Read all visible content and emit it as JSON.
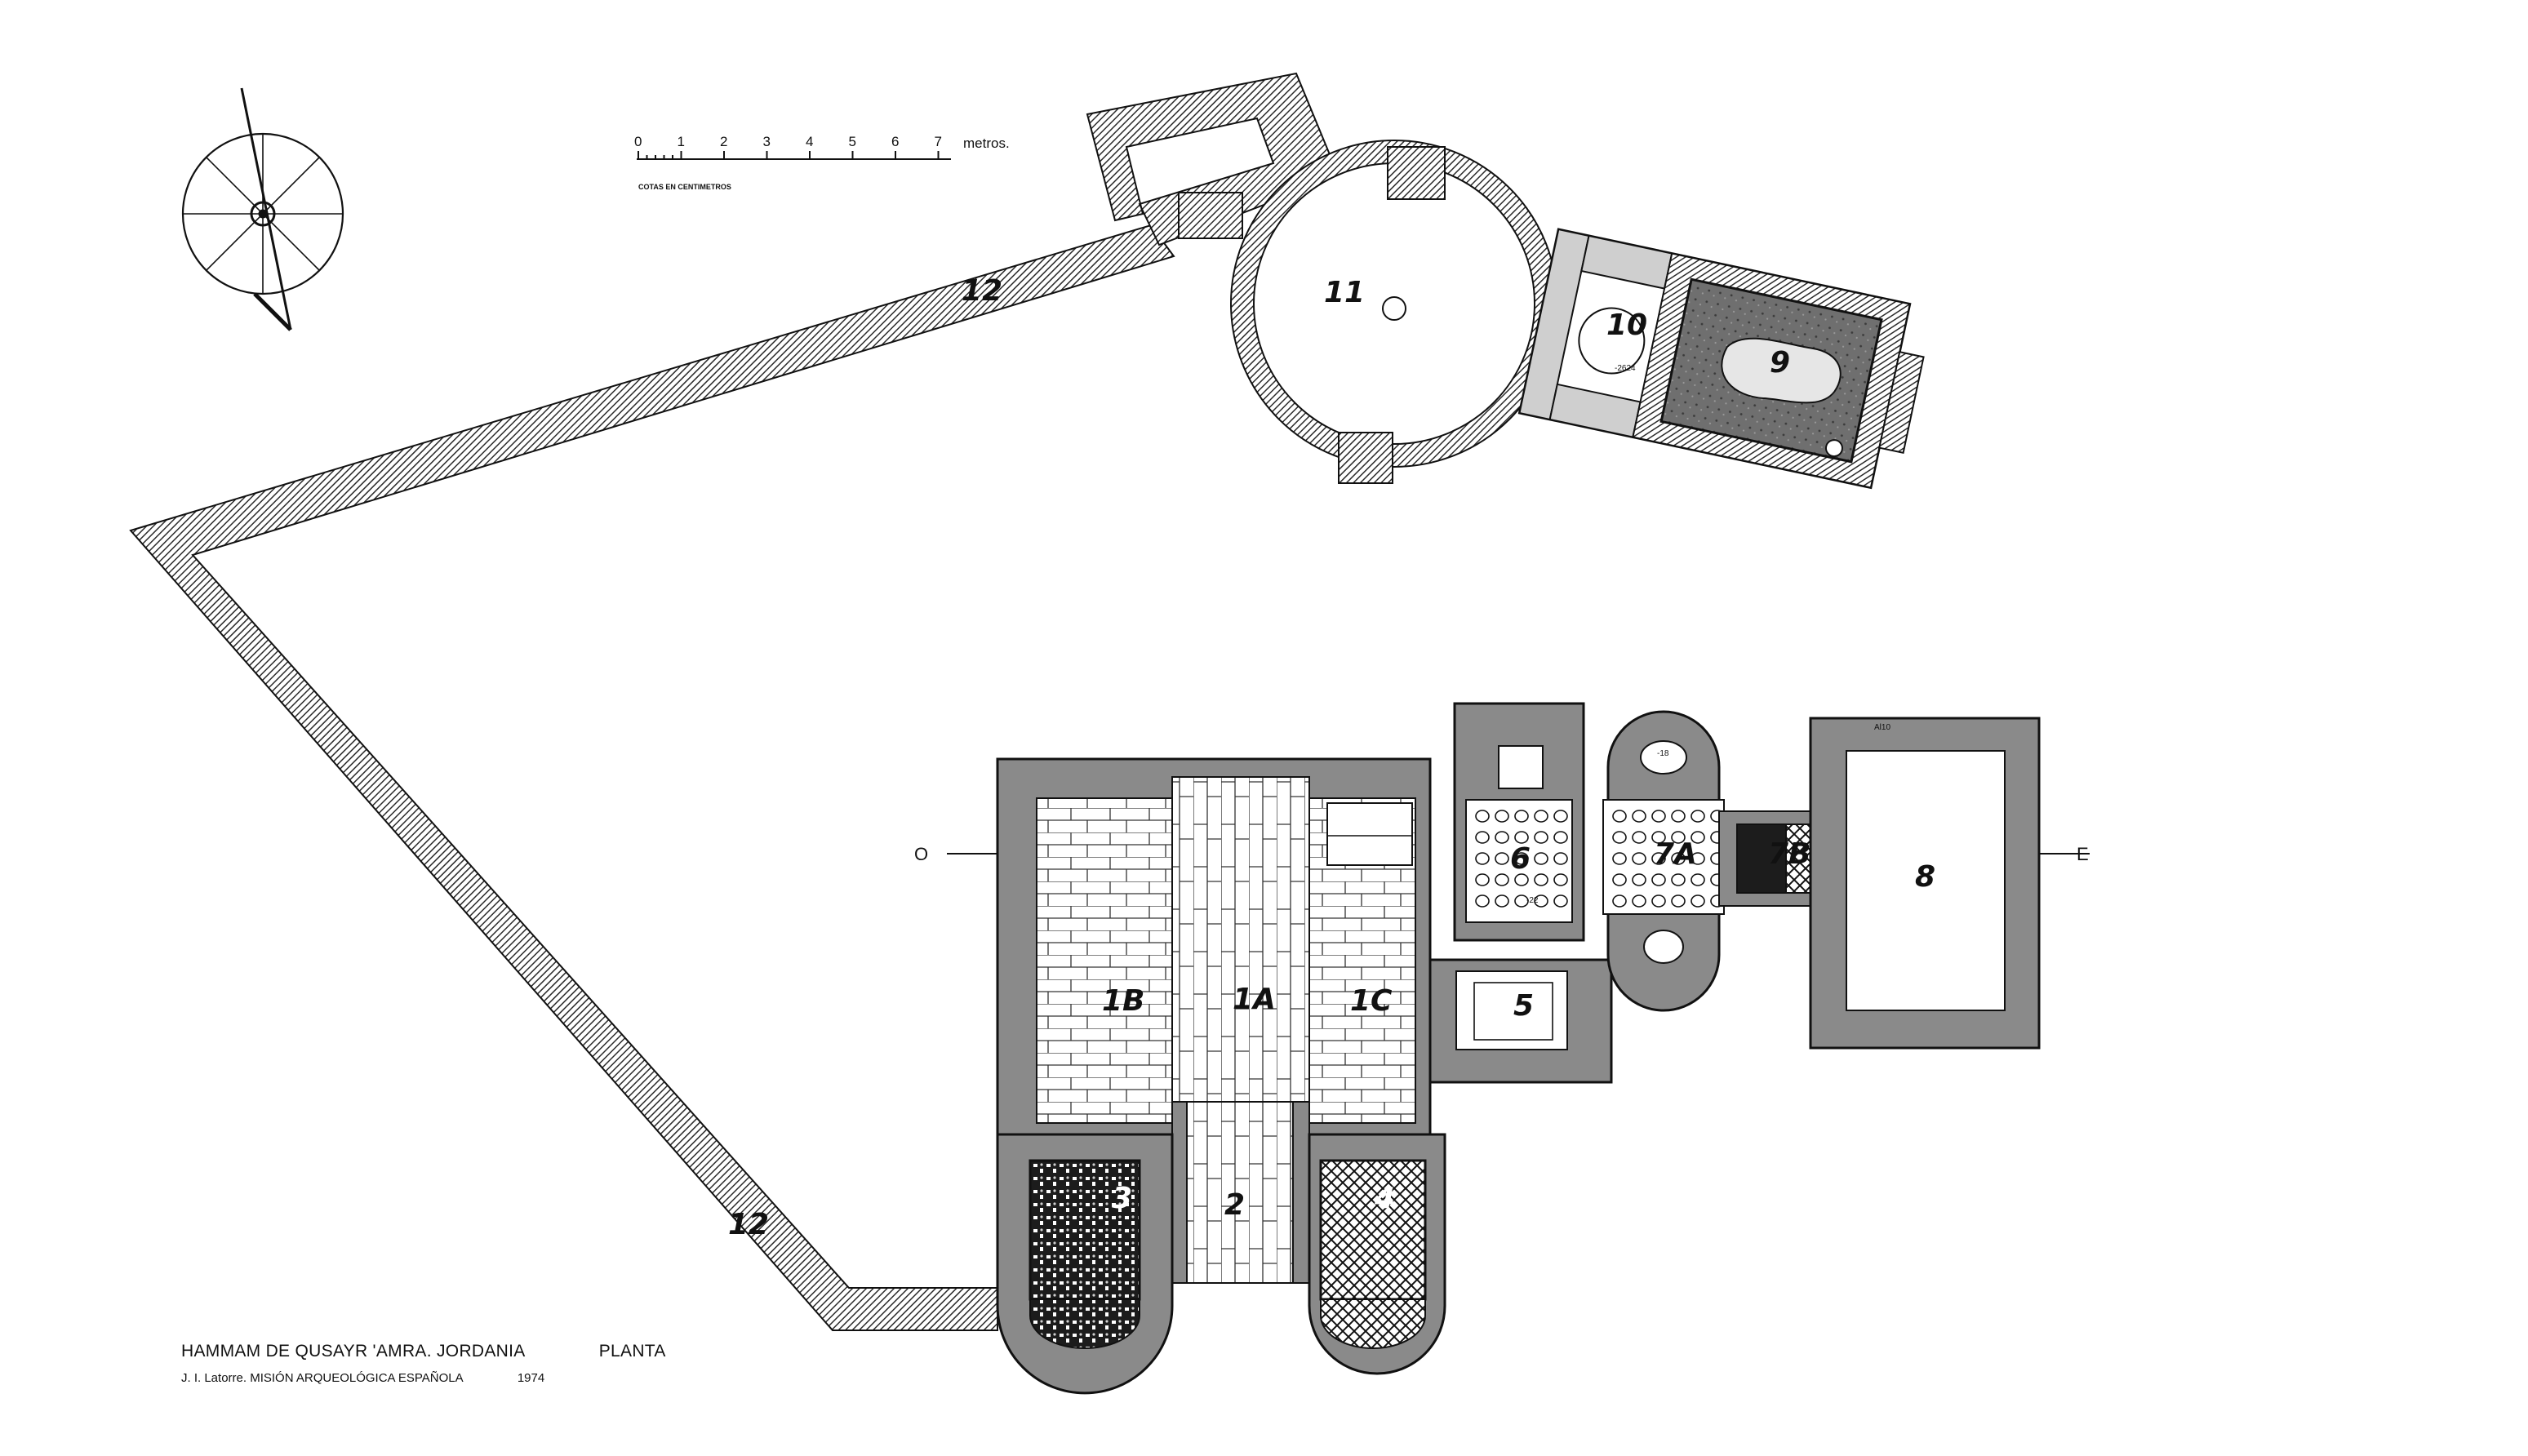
{
  "title": {
    "main": "HAMMAM DE QUSAYR 'AMRA. JORDANIA",
    "view": "PLANTA",
    "author": "J. I. Latorre.  MISIÓN ARQUEOLÓGICA ESPAÑOLA",
    "year": "1974"
  },
  "scale": {
    "ticks": [
      "0",
      "1",
      "2",
      "3",
      "4",
      "5",
      "6",
      "7"
    ],
    "unit": "metros.",
    "note": "COTAS EN CENTIMETROS"
  },
  "axis": {
    "west": "O",
    "east": "E"
  },
  "rooms": {
    "r1A": "1A",
    "r1B": "1B",
    "r1C": "1C",
    "r2": "2",
    "r3": "3",
    "r4": "4",
    "r5": "5",
    "r6": "6",
    "r7A": "7A",
    "r7B": "7B",
    "r8": "8",
    "r9": "9",
    "r10": "10",
    "r11": "11",
    "r12a": "12",
    "r12b": "12"
  },
  "levels": {
    "room10": "-2624",
    "room6": "-22",
    "room7a": "-18",
    "corner8": "Al10"
  },
  "colors": {
    "ink": "#111111",
    "wall_fill": "#8a8a8a",
    "paper": "#ffffff"
  }
}
